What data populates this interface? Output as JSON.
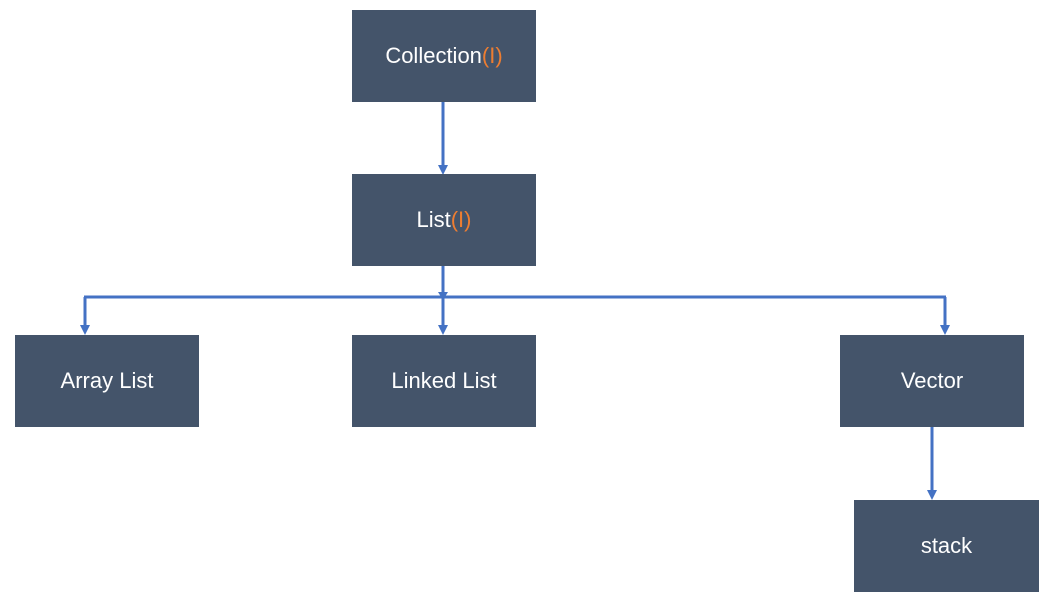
{
  "colors": {
    "node_fill": "#44546a",
    "node_text": "#ffffff",
    "interface_marker": "#ed7d31",
    "connector": "#4472c4"
  },
  "nodes": {
    "collection": {
      "label": "Collection",
      "marker": "(I)"
    },
    "list": {
      "label": "List",
      "marker": "(I)"
    },
    "array_list": {
      "label": "Array List"
    },
    "linked_list": {
      "label": "Linked List"
    },
    "vector": {
      "label": "Vector"
    },
    "stack": {
      "label": "stack"
    }
  },
  "edges": [
    {
      "from": "collection",
      "to": "list"
    },
    {
      "from": "list",
      "to": "array_list"
    },
    {
      "from": "list",
      "to": "linked_list"
    },
    {
      "from": "list",
      "to": "vector"
    },
    {
      "from": "vector",
      "to": "stack"
    }
  ]
}
